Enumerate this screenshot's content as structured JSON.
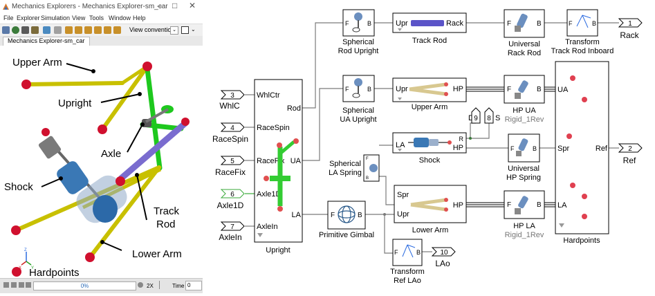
{
  "window": {
    "title": "Mechanics Explorers - Mechanics Explorer-sm_car",
    "menus": [
      "File",
      "Explorer",
      "Simulation",
      "View",
      "Tools",
      "Window",
      "Help"
    ],
    "view_convention_label": "View convention:",
    "tab_label": "Mechanics Explorer-sm_car",
    "progress_text": "0%",
    "progress_value": 0,
    "speed": "2X",
    "time_label": "Time",
    "time_value": "0"
  },
  "model_labels": {
    "upper_arm": "Upper Arm",
    "upright": "Upright",
    "axle": "Axle",
    "shock": "Shock",
    "track_rod_1": "Track",
    "track_rod_2": "Rod",
    "lower_arm": "Lower Arm",
    "hardpoints": "Hardpoints",
    "axis_z": "Z",
    "axis_x": "X",
    "axis_y": "Y"
  },
  "diagram": {
    "inports": [
      {
        "num": "3",
        "label": "WhlC"
      },
      {
        "num": "4",
        "label": "RaceSpin"
      },
      {
        "num": "5",
        "label": "RaceFix"
      },
      {
        "num": "6",
        "label": "Axle1D"
      },
      {
        "num": "7",
        "label": "AxleIn"
      }
    ],
    "upright_block": {
      "name": "Upright",
      "ports_left": [
        "WhlCtr",
        "RaceSpin",
        "RaceFix",
        "Axle1D",
        "AxleIn"
      ],
      "ports_right": [
        "Rod",
        "UA",
        "LA"
      ]
    },
    "blocks": {
      "spherical_rod_upright": {
        "line1": "Spherical",
        "line2": "Rod Upright",
        "port_f": "F",
        "port_b": "B"
      },
      "track_rod": {
        "name": "Track Rod",
        "port_l": "Upr",
        "port_r": "Rack"
      },
      "universal_rack_rod": {
        "line1": "Universal",
        "line2": "Rack Rod",
        "port_f": "F",
        "port_b": "B"
      },
      "transform_track_rod": {
        "line1": "Transform",
        "line2": "Track Rod Inboard",
        "port_f": "F",
        "port_b": "B"
      },
      "spherical_ua_upright": {
        "line1": "Spherical",
        "line2": "UA Upright",
        "port_f": "F",
        "port_b": "B"
      },
      "upper_arm": {
        "name": "Upper Arm",
        "port_l": "Upr",
        "port_r": "HP"
      },
      "hp_ua": {
        "line1": "HP UA",
        "line2": "Rigid_1Rev",
        "port_f": "F",
        "port_b": "B"
      },
      "spherical_la_spring": {
        "line1": "Spherical",
        "line2": "LA Spring",
        "port_f": "F",
        "port_b": "B"
      },
      "shock": {
        "name": "Shock",
        "port_la": "LA",
        "port_hp": "HP",
        "port_r": "R"
      },
      "universal_hp_spring": {
        "line1": "Universal",
        "line2": "HP Spring",
        "port_f": "F",
        "port_b": "B"
      },
      "lower_arm": {
        "name": "Lower Arm",
        "port_spr": "Spr",
        "port_upr": "Upr",
        "port_hp": "HP"
      },
      "hp_la": {
        "line1": "HP LA",
        "line2": "Rigid_1Rev",
        "port_f": "F",
        "port_b": "B"
      },
      "primitive_gimbal": {
        "name": "Primitive Gimbal",
        "port_f": "F",
        "port_b": "B"
      },
      "transform_ref_lao": {
        "line1": "Transform",
        "line2": "Ref LAo",
        "port_f": "F",
        "port_b": "B"
      },
      "hardpoints": {
        "name": "Hardpoints",
        "ports_left": [
          "UA",
          "Spr",
          "LA"
        ],
        "port_right": "Ref"
      }
    },
    "gotos": [
      {
        "num": "9",
        "label": "D"
      },
      {
        "num": "8",
        "label": "S"
      }
    ],
    "outports": [
      {
        "num": "1",
        "label": "Rack"
      },
      {
        "num": "2",
        "label": "Ref"
      },
      {
        "num": "10",
        "label": "LAo"
      }
    ]
  },
  "colors": {
    "arm_yellow": "#c8c000",
    "upright_green": "#1ec81e",
    "rod_purple": "#7a6ccf",
    "hardpoint_red": "#d0102e",
    "shock_blue": "#3a78b5",
    "block_border": "#000000"
  }
}
